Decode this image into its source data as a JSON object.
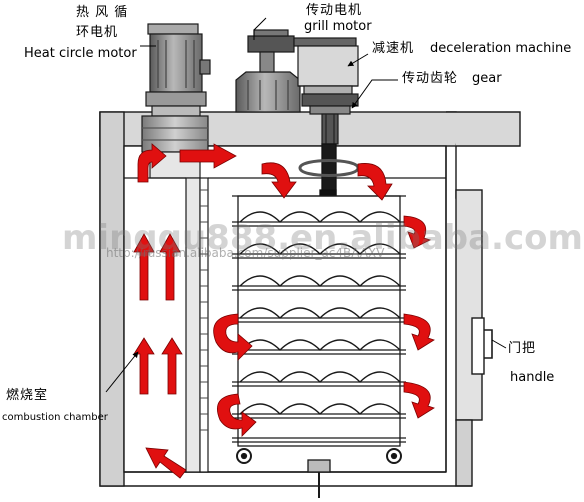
{
  "labels": {
    "heat_motor_zh_1": "热 风 循",
    "heat_motor_zh_2": "环电机",
    "heat_motor_en": "Heat circle motor",
    "grill_motor_zh": "传动电机",
    "grill_motor_en": "grill motor",
    "decel_zh": "减速机",
    "decel_en": "deceleration machine",
    "gear_zh": "传动齿轮",
    "gear_en": "gear",
    "handle_zh": "门把",
    "handle_en": "handle",
    "chamber_zh": "燃烧室",
    "chamber_en": "combustion chamber"
  },
  "watermark": {
    "main": "mingqu888.en.alibaba.com",
    "url": "http://russian.alibaba.com/supplier_ac4BAAXV"
  },
  "colors": {
    "line": "#1a1a1a",
    "machine_gray": "#8c8c8c",
    "wall_gray": "#d0d0d0",
    "arrow_red": "#e01010"
  }
}
